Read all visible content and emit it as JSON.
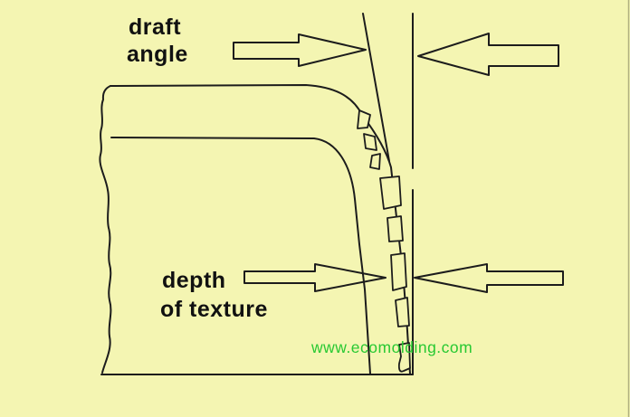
{
  "figure": {
    "type": "technical-diagram",
    "subject": "draft angle and texture depth on a molded part wall",
    "background_color": "#f4f5b2",
    "line_color": "#1c1c1c",
    "labels": {
      "draft_line1": "draft",
      "draft_line2": "angle",
      "depth_line1": "depth",
      "depth_line2": "of texture"
    },
    "watermark": {
      "text": "www.ecomolding.com",
      "color": "#28c932"
    }
  }
}
